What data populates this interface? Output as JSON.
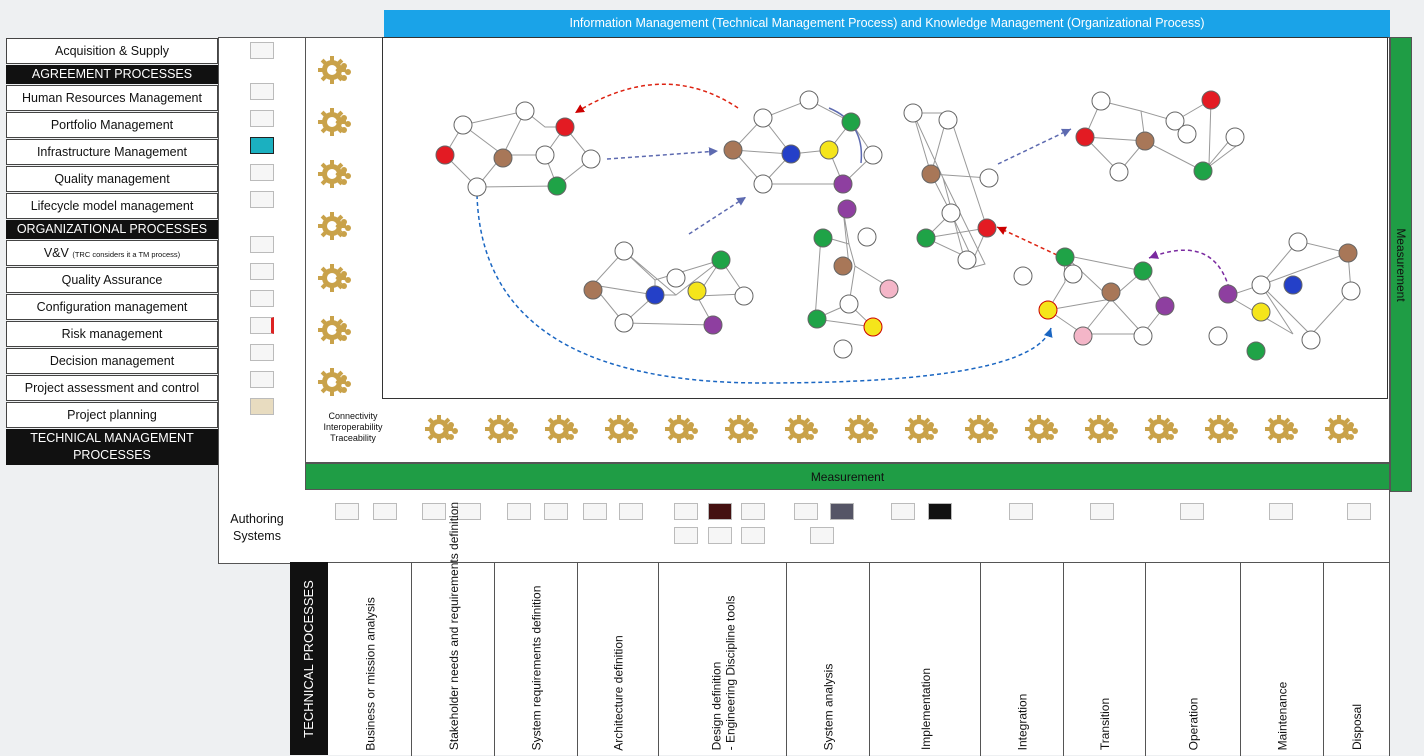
{
  "header": {
    "title": "Information Management (Technical Management Process) and Knowledge Management (Organizational Process)"
  },
  "measurement": {
    "right": "Measurement",
    "bottom": "Measurement"
  },
  "left_list": {
    "acquisition": "Acquisition & Supply",
    "agreement": "AGREEMENT PROCESSES",
    "hr": "Human Resources Management",
    "portfolio": "Portfolio Management",
    "infra": "Infrastructure Management",
    "quality": "Quality management",
    "lifecycle": "Lifecycle model management",
    "organizational": "ORGANIZATIONAL PROCESSES",
    "vv": "V&V",
    "vv_note": "(TRC considers it a TM process)",
    "qa": "Quality Assurance",
    "config": "Configuration management",
    "risk": "Risk management",
    "decision": "Decision management",
    "assessment": "Project assessment and control",
    "planning": "Project planning",
    "technical_mgmt": "TECHNICAL MANAGEMENT PROCESSES"
  },
  "connectivity": {
    "line1": "Connectivity",
    "line2": "Interoperability",
    "line3": "Traceability"
  },
  "authoring": {
    "label": "Authoring Systems"
  },
  "technical": {
    "label": "TECHNICAL PROCESSES",
    "columns": [
      "Business or mission analysis",
      "Stakeholder needs and requirements definition",
      "System requirements definition",
      "Architecture definition",
      "Design definition",
      "System analysis",
      "Implementation",
      "Integration",
      "Transition",
      "Operation",
      "Maintenance",
      "Disposal"
    ],
    "design_sub": "- Engineering Discipline tools"
  },
  "colors": {
    "blue_bar": "#1aa3e8",
    "green_bar": "#1f9d45",
    "gear": "#c9a24a",
    "red": "#e31b23",
    "brown": "#a87758",
    "green": "#1fa347",
    "blue": "#2440c8",
    "yellow": "#f5e51b",
    "purple": "#8e3fa0",
    "pink": "#f4b6c8"
  },
  "icons": [
    "gear-network-icon",
    "thumbnail-screenshot-icon"
  ]
}
